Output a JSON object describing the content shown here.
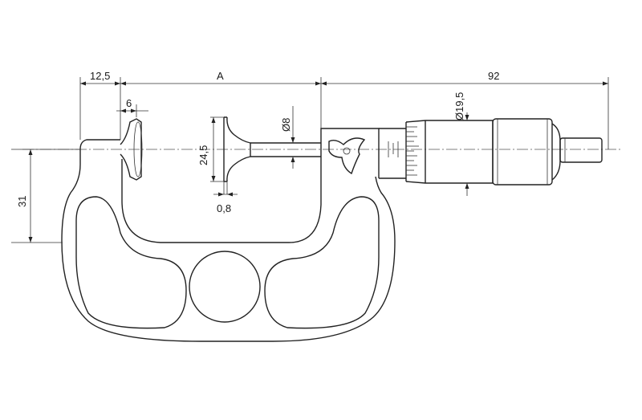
{
  "diagram": {
    "dimensions": {
      "d_12_5": "12,5",
      "d_A": "A",
      "d_92": "92",
      "d_6": "6",
      "d_phi8": "Ø8",
      "d_phi19_5": "Ø19,5",
      "d_24_5": "24,5",
      "d_0_8": "0,8",
      "d_31": "31"
    },
    "colors": {
      "line": "#222222",
      "background": "#ffffff"
    }
  }
}
